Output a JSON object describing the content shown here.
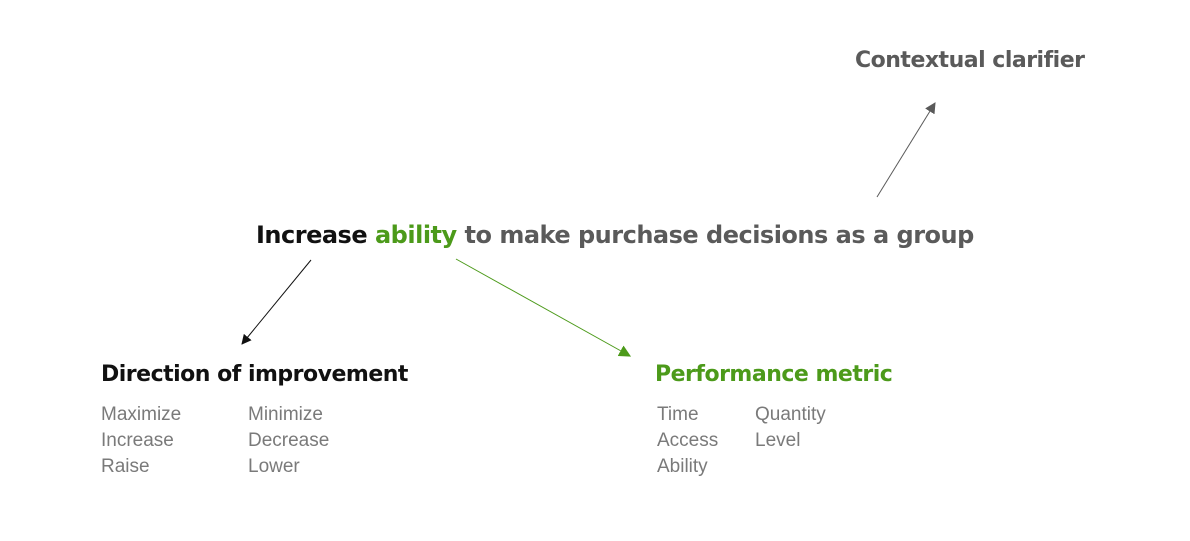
{
  "clarifier": {
    "label": "Contextual clarifier"
  },
  "statement": {
    "direction": "Increase",
    "metric": "ability",
    "clarifier": "to make purchase decisions as a group"
  },
  "direction": {
    "heading": "Direction of improvement",
    "column_1": [
      "Maximize",
      "Increase",
      "Raise"
    ],
    "column_2": [
      "Minimize",
      "Decrease",
      "Lower"
    ]
  },
  "metric": {
    "heading": "Performance metric",
    "column_1": [
      "Time",
      "Access",
      "Ability"
    ],
    "column_2": [
      "Quantity",
      "Level"
    ]
  },
  "colors": {
    "direction": "#111111",
    "metric": "#4c9a1a",
    "clarifier": "#5a5a5a",
    "examples": "#7a7a7a"
  }
}
